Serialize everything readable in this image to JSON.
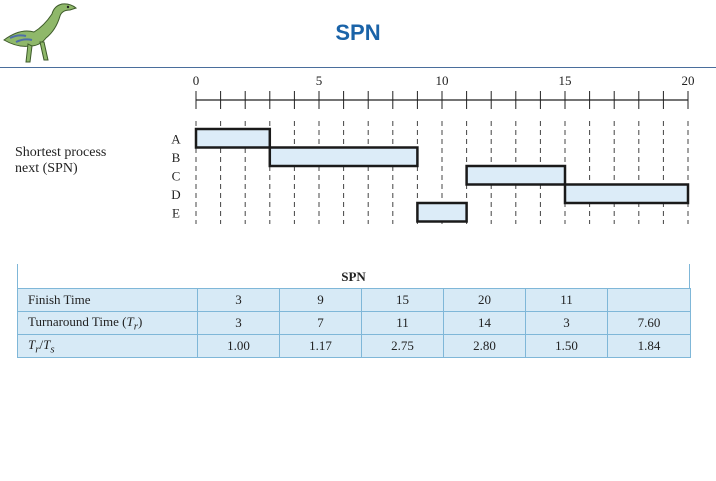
{
  "slide": {
    "title": "SPN"
  },
  "logo": {
    "icon": "dinosaur-icon"
  },
  "diagram": {
    "label_line1": "Shortest process",
    "label_line2": "next (SPN)",
    "axis": {
      "min": 0,
      "max": 20,
      "tick_labels": [
        "0",
        "5",
        "10",
        "15",
        "20"
      ]
    },
    "processes": [
      "A",
      "B",
      "C",
      "D",
      "E"
    ],
    "schedule": [
      {
        "process": "A",
        "start": 0,
        "end": 3
      },
      {
        "process": "B",
        "start": 3,
        "end": 9
      },
      {
        "process": "E",
        "start": 9,
        "end": 11
      },
      {
        "process": "C",
        "start": 11,
        "end": 15
      },
      {
        "process": "D",
        "start": 15,
        "end": 20
      }
    ]
  },
  "table": {
    "caption": "SPN",
    "rows": [
      {
        "label": "Finish Time",
        "values": [
          "3",
          "9",
          "15",
          "20",
          "11",
          ""
        ]
      },
      {
        "label_main": "Turnaround Time (",
        "label_var": "T",
        "label_sub": "r",
        "label_end": ")",
        "values": [
          "3",
          "7",
          "11",
          "14",
          "3",
          "7.60"
        ]
      },
      {
        "label_t1": "T",
        "label_s1": "r",
        "label_slash": "/",
        "label_t2": "T",
        "label_s2": "s",
        "values": [
          "1.00",
          "1.17",
          "2.75",
          "2.80",
          "1.50",
          "1.84"
        ]
      }
    ]
  },
  "colors": {
    "title": "#1a63a8",
    "bar_fill": "#dcecf8",
    "table_fill": "#d7eaf6",
    "table_border": "#7fb7d8"
  }
}
